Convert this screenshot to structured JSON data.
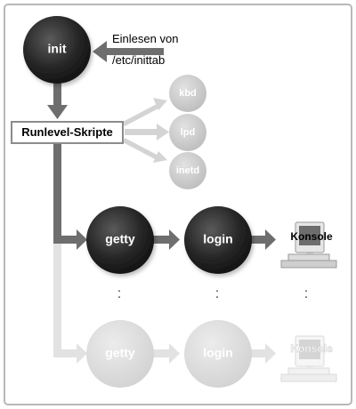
{
  "colors": {
    "frame": "#b8b8b8",
    "dark_node": "#262626",
    "light_node": "#c6c6c6",
    "faded_node": "#dcdcdc",
    "arrow_dark": "#6e6e6e",
    "arrow_light": "#cfcfcf",
    "arrow_faded": "#e2e2e2",
    "label_light": "#ffffff",
    "text": "#000000"
  },
  "diagram": {
    "init_label": "init",
    "inittab_note": {
      "line1": "Einlesen von",
      "line2": "/etc/inittab"
    },
    "scripts_box_label": "Runlevel-Skripte",
    "services": [
      "kbd",
      "lpd",
      "inetd"
    ],
    "row_active": {
      "getty": "getty",
      "login": "login",
      "console": "Konsole"
    },
    "row_inactive": {
      "getty": "getty",
      "login": "login",
      "console": "Konsole"
    },
    "ellipsis": ":"
  },
  "icons": {
    "console_icon": "computer-terminal-icon"
  }
}
